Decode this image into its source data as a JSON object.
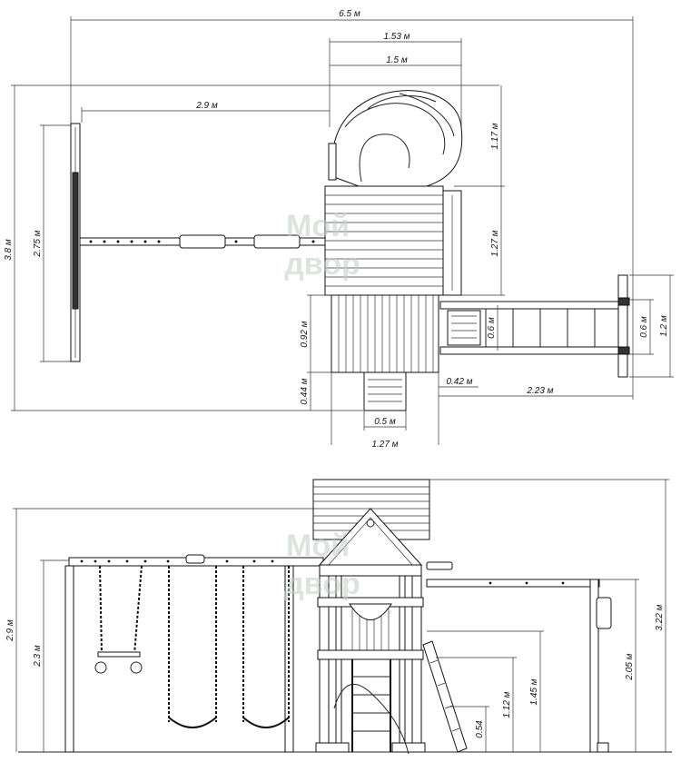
{
  "watermark": {
    "line1": "Мой",
    "line2": "двор"
  },
  "top_view": {
    "width_total": "6.5 м",
    "tower_outer": "1.53 м",
    "tower_inner": "1.5 м",
    "swing_beam": "2.9 м",
    "depth_total": "3.8 м",
    "swing_frame": "2.75 м",
    "slide_zone": "1.17 м",
    "tower_depth": "1.27 м",
    "lower_deck": "0.92 м",
    "ladder_len": "0.44 м",
    "ladder_width": "0.5 м",
    "bottom_width": "1.27 м",
    "offset": "0.42 м",
    "monkey_len": "2.23 м",
    "monkey_w": "0.6 м",
    "monkey_w2": "0.6 м",
    "monkey_frame": "1.2 м"
  },
  "side_view": {
    "total_h": "2.9 м",
    "beam_h": "2.3 м",
    "right_total": "3.22 м",
    "monkey_h": "2.05 м",
    "deck_h": "1.45 м",
    "step_h": "1.12 м",
    "low_h": "0.54"
  }
}
